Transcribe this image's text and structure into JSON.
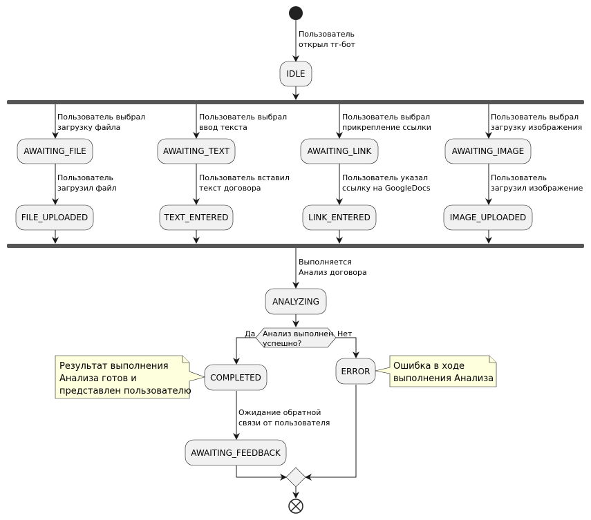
{
  "diagram": {
    "states": {
      "idle": "IDLE",
      "awaiting_file": "AWAITING_FILE",
      "awaiting_text": "AWAITING_TEXT",
      "awaiting_link": "AWAITING_LINK",
      "awaiting_image": "AWAITING_IMAGE",
      "file_uploaded": "FILE_UPLOADED",
      "text_entered": "TEXT_ENTERED",
      "link_entered": "LINK_ENTERED",
      "image_uploaded": "IMAGE_UPLOADED",
      "analyzing": "ANALYZING",
      "completed": "COMPLETED",
      "error": "ERROR",
      "awaiting_feedback": "AWAITING_FEEDBACK"
    },
    "edges": {
      "start_idle": [
        "Пользователь",
        "открыл тг-бот"
      ],
      "to_file": [
        "Пользователь выбрал",
        "загрузку файла"
      ],
      "to_text": [
        "Пользователь выбрал",
        "ввод текста"
      ],
      "to_link": [
        "Пользователь выбрал",
        "прикрепление ссылки"
      ],
      "to_image": [
        "Пользователь выбрал",
        "загрузку изображения"
      ],
      "file_done": [
        "Пользователь",
        "загрузил файл"
      ],
      "text_done": [
        "Пользователь вставил",
        "текст договора"
      ],
      "link_done": [
        "Пользователь указал",
        "ссылку на GoogleDocs"
      ],
      "image_done": [
        "Пользователь",
        "загрузил изображение"
      ],
      "to_analyzing": [
        "Выполняется",
        "Анализ договора"
      ],
      "to_feedback": [
        "Ожидание обратной",
        "связи от пользователя"
      ]
    },
    "decision": {
      "question": [
        "Анализ выполнен",
        "успешно?"
      ],
      "yes": "Да",
      "no": "Нет"
    },
    "notes": {
      "completed": [
        "Результат выполнения",
        "Анализа готов и",
        "представлен пользователю"
      ],
      "error": [
        "Ошибка в ходе",
        "выполнения Анализа"
      ]
    }
  }
}
